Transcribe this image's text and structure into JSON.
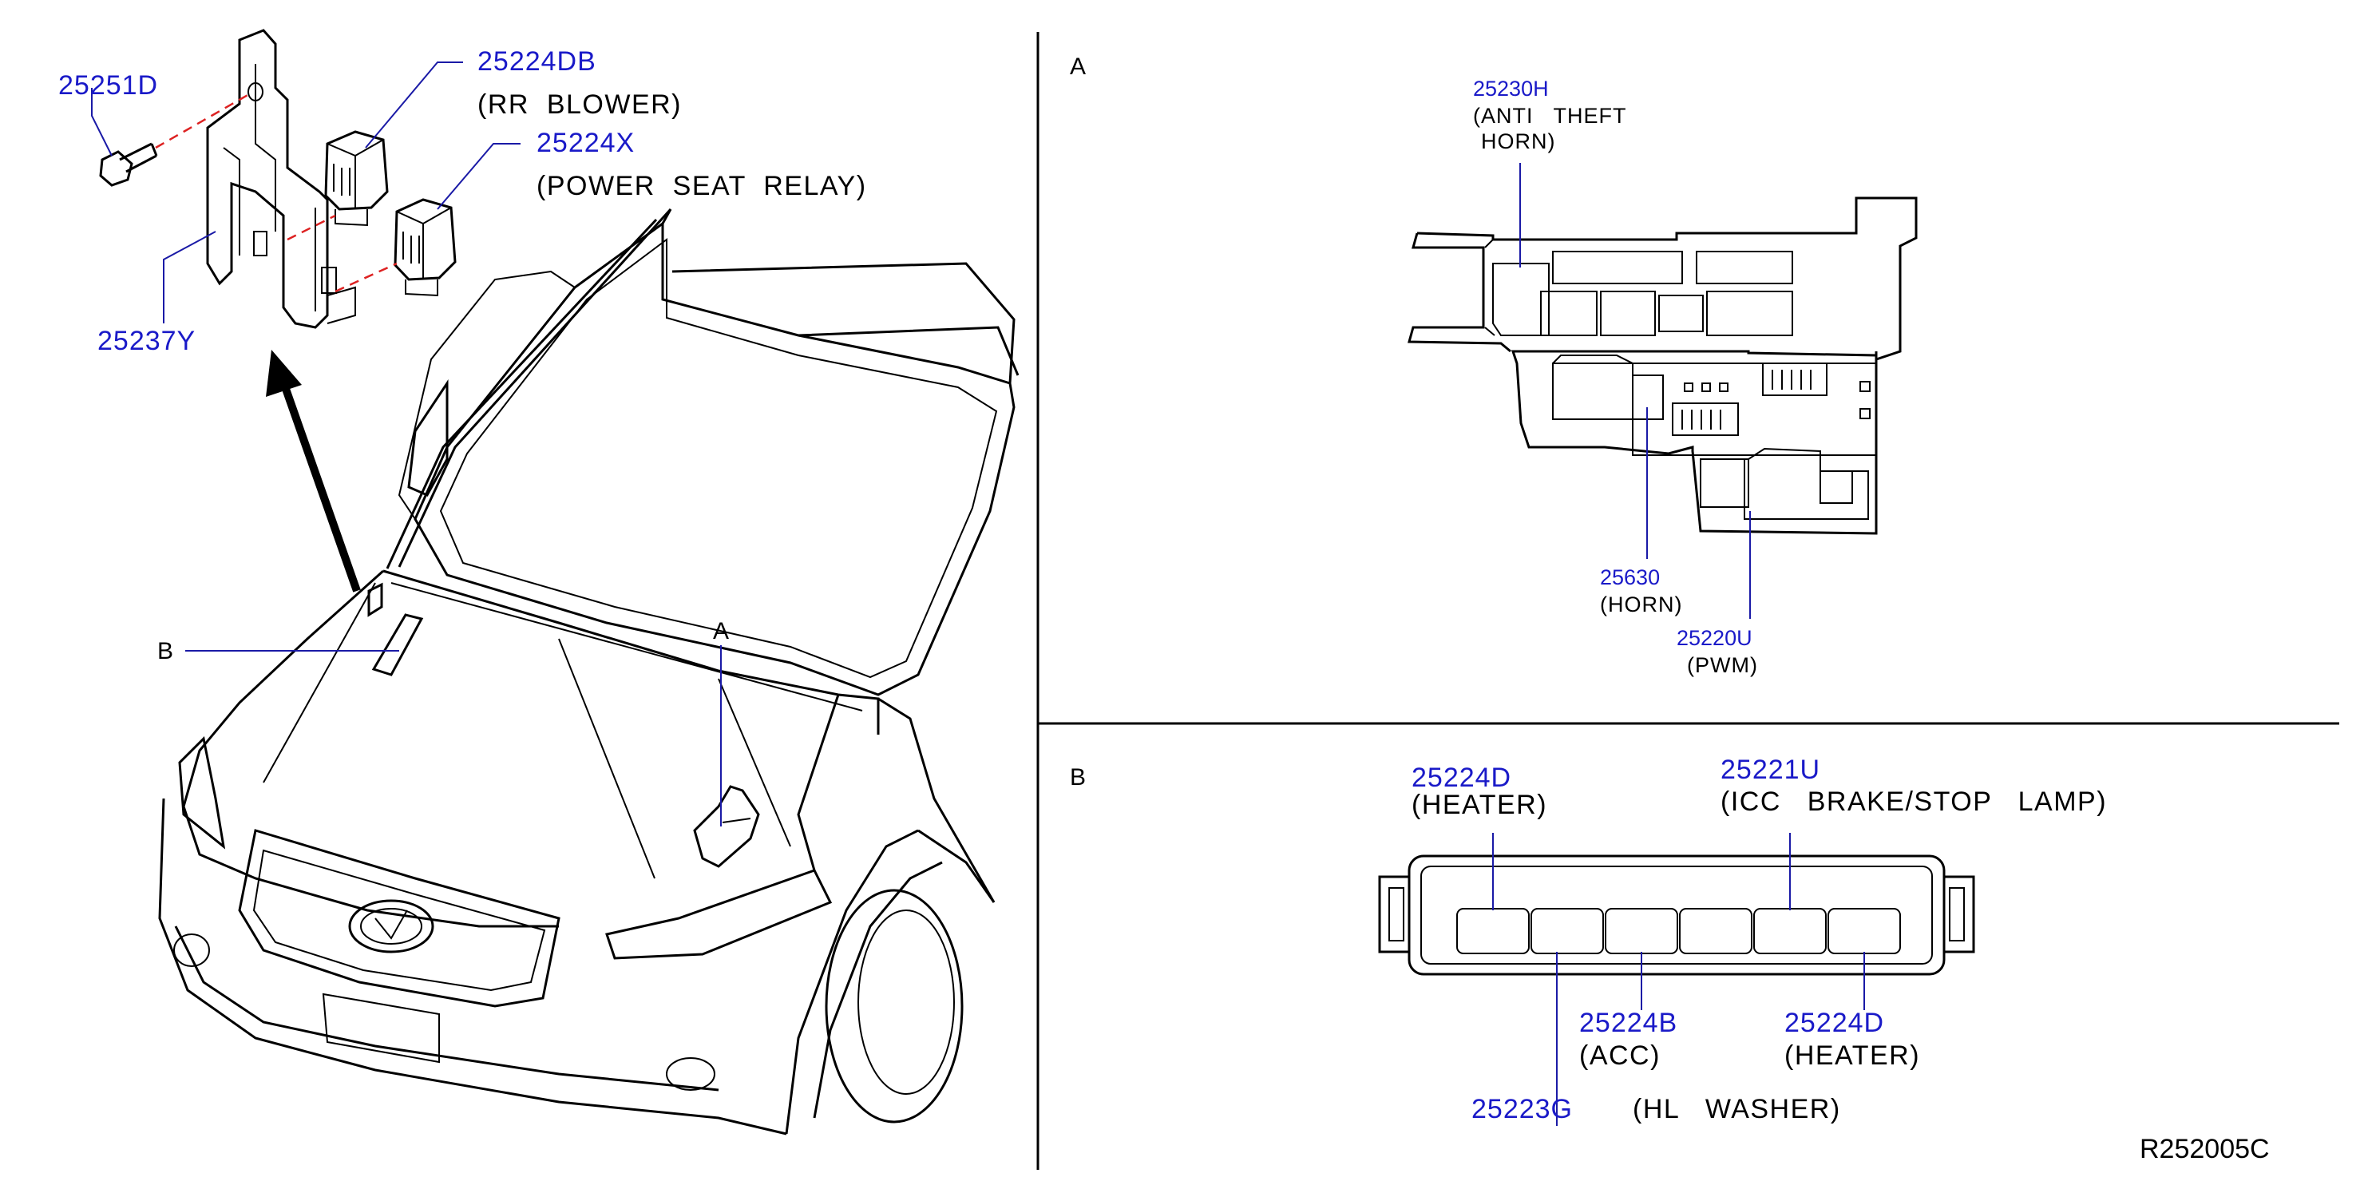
{
  "sections": {
    "a": "A",
    "b": "B"
  },
  "callouts": {
    "car_a": "A",
    "car_b": "B"
  },
  "bracket_assembly": {
    "bolt": "25251D",
    "bracket": "25237Y",
    "relay_rr_blower": {
      "part": "25224DB",
      "desc": "(RR  BLOWER)"
    },
    "relay_power_seat": {
      "part": "25224X",
      "desc": "(POWER  SEAT  RELAY)"
    }
  },
  "section_a": {
    "anti_theft_horn": {
      "part": "25230H",
      "desc1": "(ANTI   THEFT",
      "desc2": "HORN)"
    },
    "horn": {
      "part": "25630",
      "desc": "(HORN)"
    },
    "pwm": {
      "part": "25220U",
      "desc": "(PWM)"
    }
  },
  "section_b": {
    "heater_top": {
      "part": "25224D",
      "desc": "(HEATER)"
    },
    "icc_brake": {
      "part": "25221U",
      "desc": "(ICC   BRAKE/STOP   LAMP)"
    },
    "acc": {
      "part": "25224B",
      "desc": "(ACC)"
    },
    "heater_bottom": {
      "part": "25224D",
      "desc": "(HEATER)"
    },
    "hl_washer": {
      "part": "25223G",
      "desc": "(HL   WASHER)"
    }
  },
  "drawing_ref": "R252005C"
}
